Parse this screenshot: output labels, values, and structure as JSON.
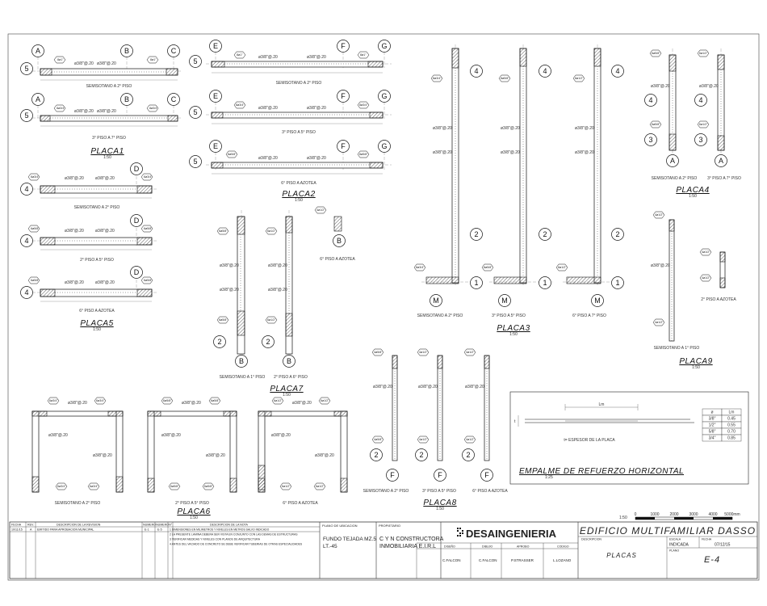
{
  "sheet": {
    "placas": [
      {
        "title": "PLACA1",
        "scale": "1:50",
        "views": [
          {
            "caption": "SEMISOTANO A 2° PISO",
            "grids": [
              "5",
              "A",
              "B",
              "C"
            ]
          },
          {
            "caption": "3° PISO A 7° PISO",
            "grids": [
              "5",
              "A",
              "B",
              "C"
            ]
          }
        ]
      },
      {
        "title": "PLACA2",
        "scale": "1:50",
        "views": [
          {
            "caption": "SEMISOTANO A 2° PISO",
            "grids": [
              "5",
              "E",
              "F",
              "G"
            ]
          },
          {
            "caption": "3° PISO A 5° PISO",
            "grids": [
              "5",
              "E",
              "F",
              "G"
            ]
          },
          {
            "caption": "6° PISO A AZOTEA",
            "grids": [
              "5",
              "E",
              "F",
              "G"
            ]
          }
        ]
      },
      {
        "title": "PLACA3",
        "scale": "1:50",
        "views": [
          {
            "caption": "SEMISOTANO A 2° PISO",
            "grids": [
              "4",
              "2",
              "1",
              "M"
            ]
          },
          {
            "caption": "3° PISO A 5° PISO",
            "grids": [
              "4",
              "2",
              "1",
              "M"
            ]
          },
          {
            "caption": "6° PISO A 7° PISO",
            "grids": [
              "4",
              "2",
              "1",
              "M"
            ]
          }
        ]
      },
      {
        "title": "PLACA4",
        "scale": "1:50",
        "views": [
          {
            "caption": "SEMISOTANO A 2° PISO",
            "grids": [
              "4",
              "3",
              "A"
            ]
          },
          {
            "caption": "3° PISO A 7° PISO",
            "grids": [
              "4",
              "3",
              "A"
            ]
          }
        ]
      },
      {
        "title": "PLACA5",
        "scale": "1:50",
        "views": [
          {
            "caption": "SEMISOTANO A 2° PISO",
            "grids": [
              "4",
              "D"
            ]
          },
          {
            "caption": "2° PISO A 5° PISO",
            "grids": [
              "4",
              "D"
            ]
          },
          {
            "caption": "6° PISO A AZOTEA",
            "grids": [
              "4",
              "D"
            ]
          }
        ]
      },
      {
        "title": "PLACA6",
        "scale": "1:50",
        "views": [
          {
            "caption": "SEMISOTANO A 2° PISO"
          },
          {
            "caption": "2° PISO A 5° PISO"
          },
          {
            "caption": "6° PISO A AZOTEA"
          }
        ]
      },
      {
        "title": "PLACA7",
        "scale": "1:50",
        "views": [
          {
            "caption": "SEMISOTANO A 1° PISO",
            "grids": [
              "2",
              "B"
            ]
          },
          {
            "caption": "2° PISO A 6° PISO",
            "grids": [
              "2",
              "B"
            ]
          },
          {
            "caption": "6° PISO A AZOTEA",
            "grids": [
              "B"
            ]
          }
        ]
      },
      {
        "title": "PLACA8",
        "scale": "1:50",
        "views": [
          {
            "caption": "SEMISOTANO A 2° PISO",
            "grids": [
              "2",
              "F"
            ]
          },
          {
            "caption": "3° PISO A 5° PISO",
            "grids": [
              "2",
              "F"
            ]
          },
          {
            "caption": "6° PISO A AZOTEA",
            "grids": [
              "2",
              "F"
            ]
          }
        ]
      },
      {
        "title": "PLACA9",
        "scale": "1:50",
        "views": [
          {
            "caption": "SEMISOTANO A 1° PISO"
          },
          {
            "caption": "2° PISO A AZOTEA"
          }
        ]
      }
    ],
    "splice_detail": {
      "title": "EMPALME DE REFUERZO HORIZONTAL",
      "scale": "1:25",
      "note": "t= ESPESOR DE LA PLACA",
      "table": [
        [
          "ø",
          "Lm"
        ],
        [
          "3/8\"",
          "0.45"
        ],
        [
          "1/2\"",
          "0.55"
        ],
        [
          "5/8\"",
          "0.70"
        ],
        [
          "3/4\"",
          "0.85"
        ]
      ]
    },
    "scale_bar": {
      "ticks": [
        "0",
        "1000",
        "2000",
        "3000",
        "4000",
        "5000mm"
      ],
      "ratio": "1:50"
    },
    "revisions": {
      "headers": [
        "FECHA",
        "REV.",
        "DESCRIPCION DE LA REVISION",
        "NUMERO",
        "NUMERO",
        "N°",
        "DESCRIPCION DE LA NOTA"
      ],
      "rows": [
        {
          "date": "10/11/15",
          "rev": "A",
          "desc": "EMITIDO PARA APROBACION MUNICIPAL",
          "n1": "E-1",
          "n2": "E-5"
        }
      ],
      "notes": [
        "1 DIMENSIONES EN MILIMETROS Y NIVELES EN METROS SALVO INDICADO",
        "2 LA PRESENTE LAMINA DEBERA SER VISTA EN CONJUNTO CON LAS DEMAS DE ESTRUCTURAS",
        "3 VERIFICAR MEDIDAS Y NIVELES CON PLANOS DE ARQUITECTURA",
        "4 ANTES DEL VACIADO DE CONCRETO SE DEBE VERIFICAR TUBERIAS DE OTRAS ESPECIALIDADES"
      ]
    },
    "location": {
      "label": "PLANO DE UBICACION",
      "line1": "FUNDO TEJADA MZ.5",
      "line2": "LT.-45"
    },
    "owner": {
      "label": "PROPIETARIO",
      "line1": "C Y N CONSTRUCTORA",
      "line2": "INMOBILIARIA E.I.R.L"
    },
    "firm": {
      "name": "DESAINGENIERIA",
      "roles": [
        "DISEÑO",
        "DIBUJO",
        "APROBO",
        "CODIGO"
      ],
      "names": [
        "C.FALCON",
        "C.FALCON",
        "P.STRASSER",
        "L.LOZANO"
      ]
    },
    "project": {
      "title": "EDIFICIO MULTIFAMILIAR DASSO",
      "desc_label": "DESCRIPCION",
      "desc": "PLACAS",
      "scale_label": "ESCALA",
      "scale": "INDICADA",
      "date_label": "FECHA",
      "date": "07/12/15",
      "sheet_label": "PLANO",
      "sheet": "E-4"
    }
  }
}
